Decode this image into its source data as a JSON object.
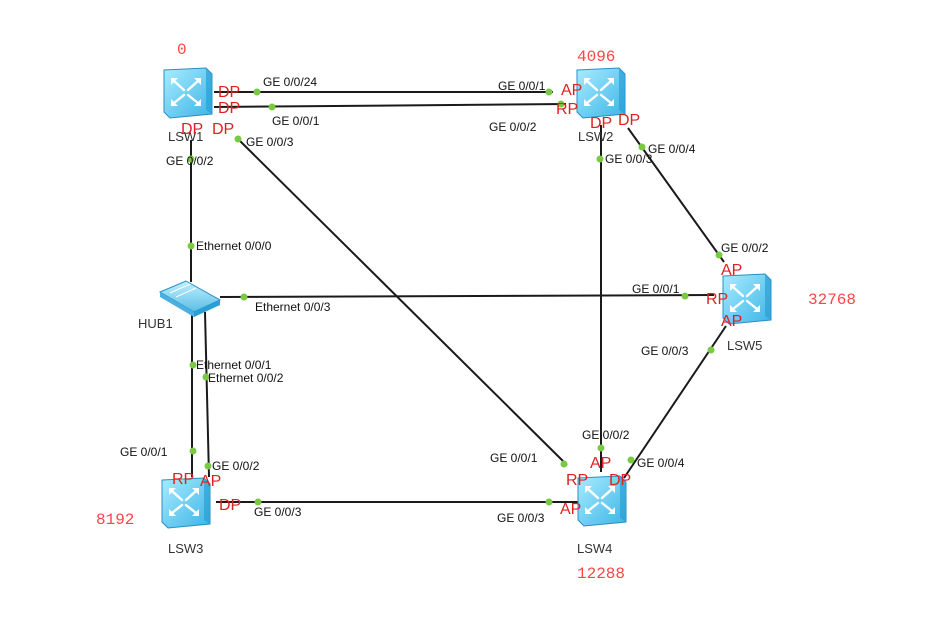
{
  "colors": {
    "link": "#1a1a1a",
    "port_dot": "#7ac943",
    "role": "#e02020",
    "priority": "#ff4444"
  },
  "devices": [
    {
      "id": "lsw1",
      "name": "LSW1",
      "icon": "switch-icon",
      "priority": "0"
    },
    {
      "id": "lsw2",
      "name": "LSW2",
      "icon": "switch-icon",
      "priority": "4096"
    },
    {
      "id": "lsw3",
      "name": "LSW3",
      "icon": "switch-icon",
      "priority": "8192"
    },
    {
      "id": "lsw4",
      "name": "LSW4",
      "icon": "switch-icon",
      "priority": "12288"
    },
    {
      "id": "lsw5",
      "name": "LSW5",
      "icon": "switch-icon",
      "priority": "32768"
    },
    {
      "id": "hub1",
      "name": "HUB1",
      "icon": "hub-icon",
      "priority": ""
    }
  ],
  "ports": {
    "lsw1_ge24": "GE 0/0/24",
    "lsw1_ge1": "GE 0/0/1",
    "lsw1_ge3": "GE 0/0/3",
    "lsw1_ge2": "GE 0/0/2",
    "lsw2_ge1": "GE 0/0/1",
    "lsw2_ge2": "GE 0/0/2",
    "lsw2_ge3": "GE 0/0/3",
    "lsw2_ge4": "GE 0/0/4",
    "lsw5_ge2": "GE 0/0/2",
    "lsw5_ge1": "GE 0/0/1",
    "lsw5_ge3": "GE 0/0/3",
    "hub_e0": "Ethernet 0/0/0",
    "hub_e3": "Ethernet 0/0/3",
    "hub_e1": "Ethernet 0/0/1",
    "hub_e2": "Ethernet 0/0/2",
    "lsw3_ge1": "GE 0/0/1",
    "lsw3_ge2": "GE 0/0/2",
    "lsw3_ge3": "GE 0/0/3",
    "lsw4_ge1": "GE 0/0/1",
    "lsw4_ge3": "GE 0/0/3",
    "lsw4_ge2": "GE 0/0/2",
    "lsw4_ge4": "GE 0/0/4"
  },
  "roles": {
    "lsw1_ge24": "DP",
    "lsw1_ge1": "DP",
    "lsw1_ge2": "DP",
    "lsw1_ge3": "DP",
    "lsw2_ge1": "AP",
    "lsw2_ge2": "RP",
    "lsw2_ge3": "DP",
    "lsw2_ge4": "DP",
    "lsw5_ge2": "AP",
    "lsw5_ge1": "RP",
    "lsw5_ge3": "AP",
    "lsw3_ge1": "RP",
    "lsw3_ge2": "AP",
    "lsw3_ge3": "DP",
    "lsw4_ge2": "AP",
    "lsw4_ge1": "RP",
    "lsw4_ge4": "DP",
    "lsw4_ge3": "AP"
  }
}
